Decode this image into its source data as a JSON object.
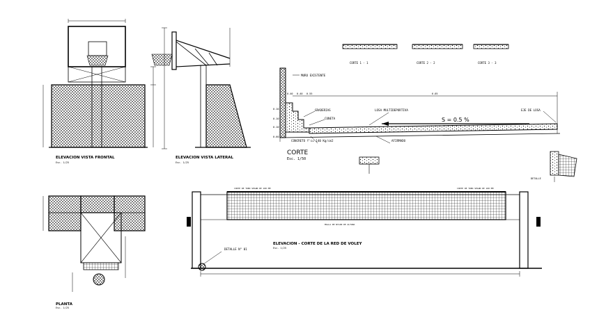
{
  "views": {
    "front": {
      "title": "ELEVACION VISTA FRONTAL",
      "scale": "Esc. 1/25"
    },
    "side": {
      "title": "ELEVACION VISTA LATERAL",
      "scale": "Esc. 1/25"
    },
    "plan": {
      "title": "PLANTA",
      "scale": "Esc. 1/25"
    },
    "net": {
      "title": "ELEVACION - CORTE DE LA RED DE VOLEY",
      "scale": "Esc. 1/25",
      "detail": "DETALLE N° 01",
      "left_note": "CORTE DE TUBO SEGUN DE 100 MM",
      "right_note": "CORTE DE TUBO SEGUN DE 100 MM",
      "net_note": "MALLA DE NYLON DE ALTURA"
    },
    "section": {
      "title": "CORTE",
      "scale": "Esc. 1/50",
      "labels": {
        "wall": "MURO EXISTENTE",
        "bleachers": "GRADERIAS",
        "slab": "LOSA MULTIDEPORTIVA",
        "gutter": "CUNETA",
        "axis": "EJE DE LOSA",
        "concrete": "CONCRETO f'c= 140 Kg/cm2",
        "finish": "AFIRMADO"
      },
      "slope": "S = 0.5 %",
      "dims_top": [
        "0.40",
        "0.40",
        "0.55",
        "6.05"
      ],
      "dims_left": [
        "0.60",
        "0.10",
        "0.10",
        "0.10"
      ]
    },
    "cuts": [
      "CORTE 1 - 1",
      "CORTE 2 - 2",
      "CORTE 3 - 3"
    ],
    "detail_right": "DETALLE"
  }
}
